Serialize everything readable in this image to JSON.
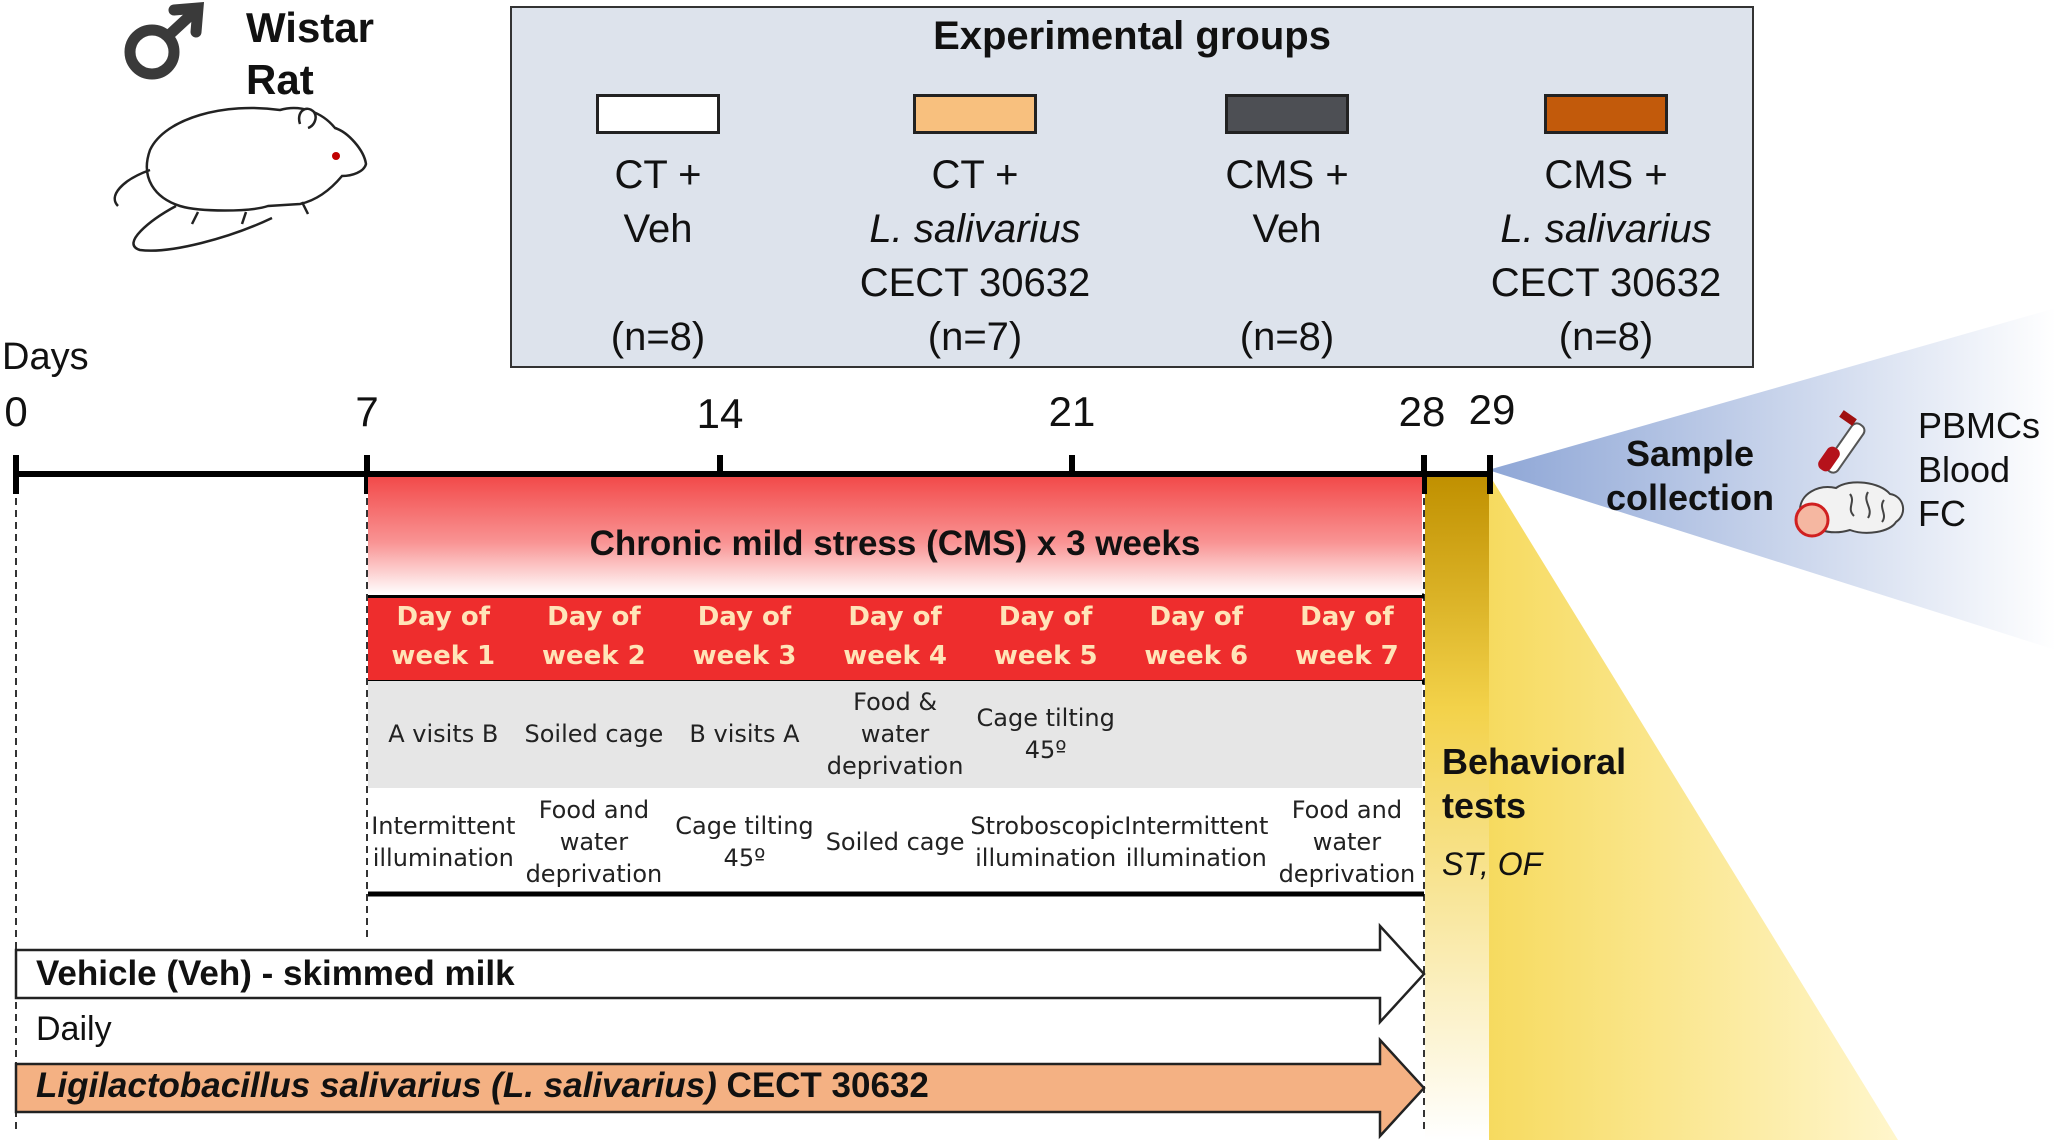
{
  "animal": {
    "label_line1": "Wistar",
    "label_line2": "Rat",
    "sex_icon": "male-symbol-icon"
  },
  "groups": {
    "title": "Experimental groups",
    "items": [
      {
        "color": "#ffffff",
        "l1": "CT +",
        "l2": "Veh",
        "l3": "",
        "n": "(n=8)"
      },
      {
        "color": "#f8c07e",
        "l1": "CT +",
        "l2": "L. salivarius",
        "l3": "CECT 30632",
        "n": "(n=7)"
      },
      {
        "color": "#4d4f54",
        "l1": "CMS +",
        "l2": "Veh",
        "l3": "",
        "n": "(n=8)"
      },
      {
        "color": "#c25a0b",
        "l1": "CMS +",
        "l2": "L. salivarius",
        "l3": "CECT 30632",
        "n": "(n=8)"
      }
    ]
  },
  "timeline": {
    "axis_label": "Days",
    "ticks": [
      "0",
      "7",
      "14",
      "21",
      "28",
      "29"
    ]
  },
  "cms": {
    "title": "Chronic mild stress (CMS) x 3 weeks",
    "weeks": [
      {
        "l1": "Day of",
        "l2": "week 1"
      },
      {
        "l1": "Day of",
        "l2": "week 2"
      },
      {
        "l1": "Day of",
        "l2": "week 3"
      },
      {
        "l1": "Day of",
        "l2": "week 4"
      },
      {
        "l1": "Day of",
        "l2": "week  5"
      },
      {
        "l1": "Day of",
        "l2": "week 6"
      },
      {
        "l1": "Day of",
        "l2": "week 7"
      }
    ],
    "row1": [
      {
        "t1": "A visits B",
        "t2": "",
        "t3": ""
      },
      {
        "t1": "Soiled cage",
        "t2": "",
        "t3": ""
      },
      {
        "t1": "B visits A",
        "t2": "",
        "t3": ""
      },
      {
        "t1": "Food &",
        "t2": "water",
        "t3": "deprivation"
      },
      {
        "t1": "Cage tilting",
        "t2": "45º",
        "t3": ""
      },
      {
        "t1": "",
        "t2": "",
        "t3": ""
      },
      {
        "t1": "",
        "t2": "",
        "t3": ""
      }
    ],
    "row2": [
      {
        "t1": "Intermittent",
        "t2": "illumination",
        "t3": ""
      },
      {
        "t1": "Food and",
        "t2": "water",
        "t3": "deprivation"
      },
      {
        "t1": "Cage tilting",
        "t2": "45º",
        "t3": ""
      },
      {
        "t1": "Soiled cage",
        "t2": "",
        "t3": ""
      },
      {
        "t1": "Stroboscopic",
        "t2": "illumination",
        "t3": ""
      },
      {
        "t1": "Intermittent",
        "t2": "illumination",
        "t3": ""
      },
      {
        "t1": "Food and",
        "t2": "water",
        "t3": "deprivation"
      }
    ]
  },
  "behavioral": {
    "line1": "Behavioral",
    "line2": "tests",
    "sub": "ST, OF"
  },
  "sample": {
    "line1": "Sample",
    "line2": "collection",
    "items": [
      "PBMCs",
      "Blood",
      "FC"
    ]
  },
  "treatments": {
    "vehicle": "Vehicle (Veh) - skimmed milk",
    "daily": "Daily",
    "lsal_italic": "Ligilactobacillus salivarius (L. salivarius)",
    "lsal_rest": " CECT 30632"
  },
  "colors": {
    "cms_red": "#ee2d2d",
    "behavior_gold": "#d9a400",
    "sample_blue": "#8ea8d8",
    "lsal_orange": "#f4b183"
  }
}
